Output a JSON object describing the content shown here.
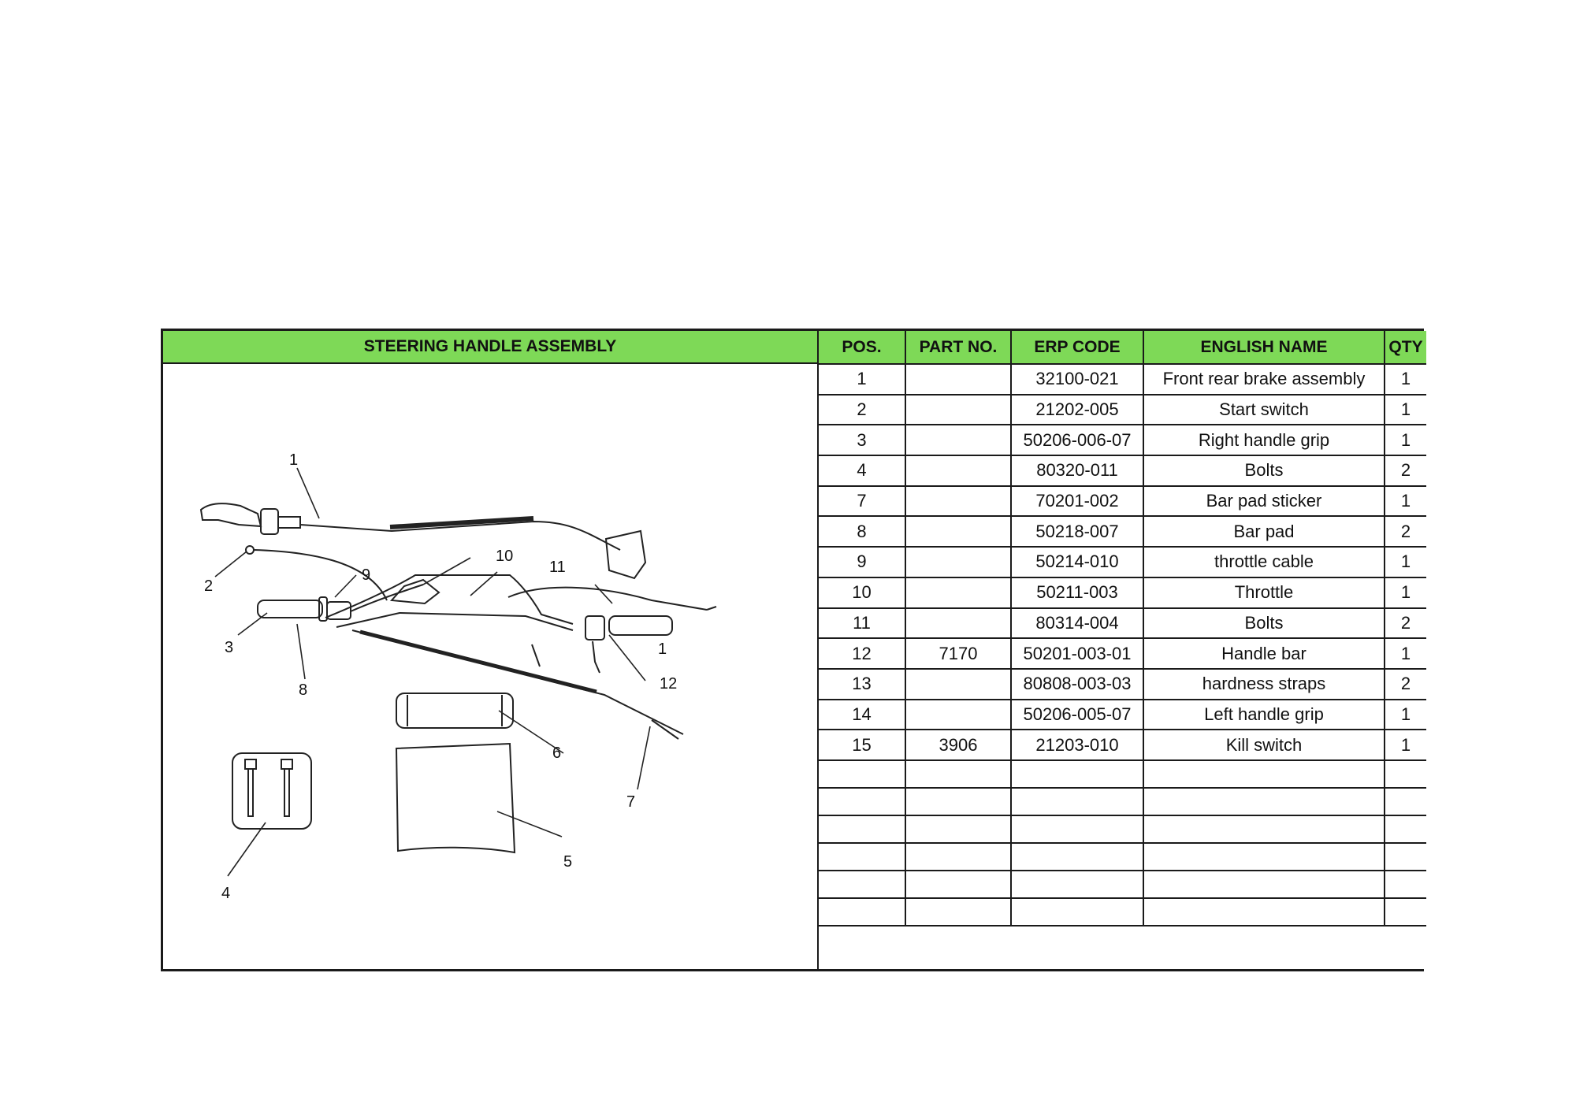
{
  "diagram": {
    "title": "STEERING HANDLE ASSEMBLY",
    "callouts": [
      "1",
      "1",
      "2",
      "3",
      "4",
      "5",
      "6",
      "7",
      "8",
      "9",
      "10",
      "11",
      "12"
    ]
  },
  "table": {
    "headers": [
      "POS.",
      "PART NO.",
      "ERP CODE",
      "ENGLISH NAME",
      "QTY"
    ],
    "rows": [
      {
        "pos": "1",
        "part_no": "",
        "erp_code": "32100-021",
        "name": "Front rear brake assembly",
        "qty": "1"
      },
      {
        "pos": "2",
        "part_no": "",
        "erp_code": "21202-005",
        "name": "Start switch",
        "qty": "1"
      },
      {
        "pos": "3",
        "part_no": "",
        "erp_code": "50206-006-07",
        "name": "Right handle grip",
        "qty": "1"
      },
      {
        "pos": "4",
        "part_no": "",
        "erp_code": "80320-011",
        "name": "Bolts",
        "qty": "2"
      },
      {
        "pos": "7",
        "part_no": "",
        "erp_code": "70201-002",
        "name": "Bar pad sticker",
        "qty": "1"
      },
      {
        "pos": "8",
        "part_no": "",
        "erp_code": "50218-007",
        "name": "Bar pad",
        "qty": "2"
      },
      {
        "pos": "9",
        "part_no": "",
        "erp_code": "50214-010",
        "name": "throttle cable",
        "qty": "1"
      },
      {
        "pos": "10",
        "part_no": "",
        "erp_code": "50211-003",
        "name": "Throttle",
        "qty": "1"
      },
      {
        "pos": "11",
        "part_no": "",
        "erp_code": "80314-004",
        "name": "Bolts",
        "qty": "2"
      },
      {
        "pos": "12",
        "part_no": "7170",
        "erp_code": "50201-003-01",
        "name": "Handle bar",
        "qty": "1"
      },
      {
        "pos": "13",
        "part_no": "",
        "erp_code": "80808-003-03",
        "name": "hardness straps",
        "qty": "2"
      },
      {
        "pos": "14",
        "part_no": "",
        "erp_code": "50206-005-07",
        "name": "Left handle grip",
        "qty": "1"
      },
      {
        "pos": "15",
        "part_no": "3906",
        "erp_code": "21203-010",
        "name": "Kill switch",
        "qty": "1"
      }
    ],
    "empty_rows": 6
  }
}
